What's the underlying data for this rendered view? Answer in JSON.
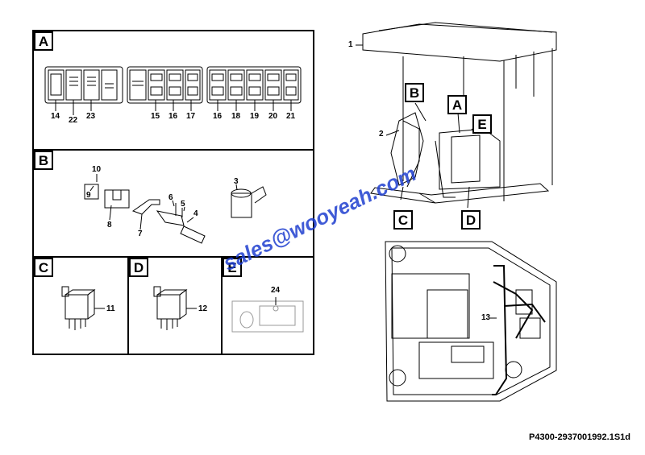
{
  "panels": {
    "A": {
      "label": "A",
      "callouts": [
        "14",
        "22",
        "23",
        "15",
        "16",
        "17",
        "16",
        "18",
        "19",
        "20",
        "21"
      ]
    },
    "B": {
      "label": "B",
      "callouts": [
        "10",
        "9",
        "8",
        "7",
        "6",
        "5",
        "4",
        "3"
      ]
    },
    "C": {
      "label": "C",
      "callouts": [
        "11"
      ]
    },
    "D": {
      "label": "D",
      "callouts": [
        "12"
      ]
    },
    "E": {
      "label": "E",
      "callouts": [
        "24"
      ]
    }
  },
  "cab_view": {
    "callouts": [
      "1",
      "2",
      "13"
    ],
    "tags": [
      "B",
      "A",
      "E",
      "C",
      "D"
    ]
  },
  "watermark": "sales@wooyeah.com",
  "drawing_code": "P4300-2937001992.1S1d",
  "colors": {
    "watermark": "#1f3fd0",
    "line": "#000000"
  }
}
